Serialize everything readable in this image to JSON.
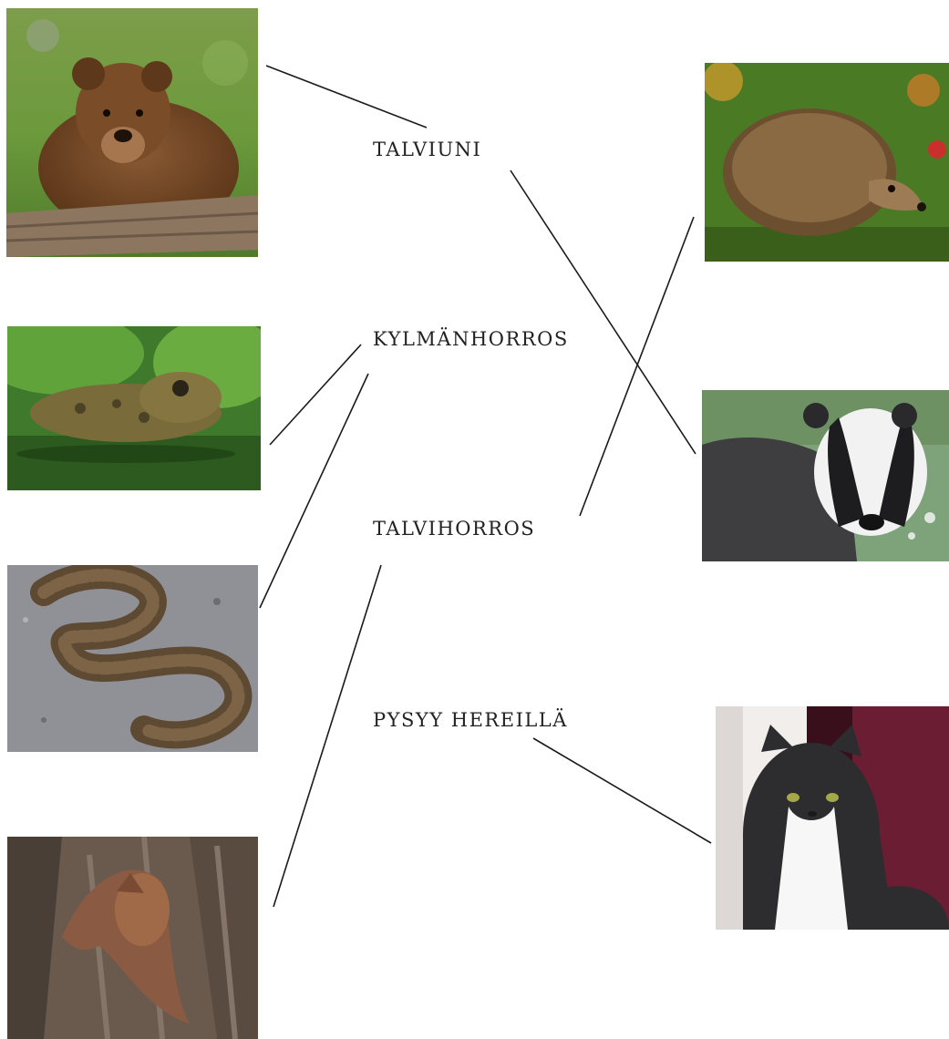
{
  "terms": [
    {
      "id": "talviuni",
      "text": "TALVIUNI"
    },
    {
      "id": "kylmanhorros",
      "text": "KYLMÄNHORROS"
    },
    {
      "id": "talvihorros",
      "text": "TALVIHORROS"
    },
    {
      "id": "pysyy",
      "text": "PYSYY HEREILLÄ"
    }
  ],
  "images": [
    {
      "id": "bear",
      "icon": "brown-bear-photo",
      "side": "left"
    },
    {
      "id": "frog",
      "icon": "frog-photo",
      "side": "left"
    },
    {
      "id": "snake",
      "icon": "snake-photo",
      "side": "left"
    },
    {
      "id": "bat",
      "icon": "bat-photo",
      "side": "left"
    },
    {
      "id": "hedgehog",
      "icon": "hedgehog-photo",
      "side": "right"
    },
    {
      "id": "badger",
      "icon": "badger-photo",
      "side": "right"
    },
    {
      "id": "cat",
      "icon": "cat-photo",
      "side": "right"
    }
  ],
  "connections": [
    {
      "from": "bear",
      "to": "talviuni"
    },
    {
      "from": "talviuni",
      "to": "badger"
    },
    {
      "from": "frog",
      "to": "kylmanhorros"
    },
    {
      "from": "snake",
      "to": "kylmanhorros"
    },
    {
      "from": "talvihorros",
      "to": "hedgehog"
    },
    {
      "from": "bat",
      "to": "talvihorros"
    },
    {
      "from": "pysyy",
      "to": "cat"
    }
  ]
}
